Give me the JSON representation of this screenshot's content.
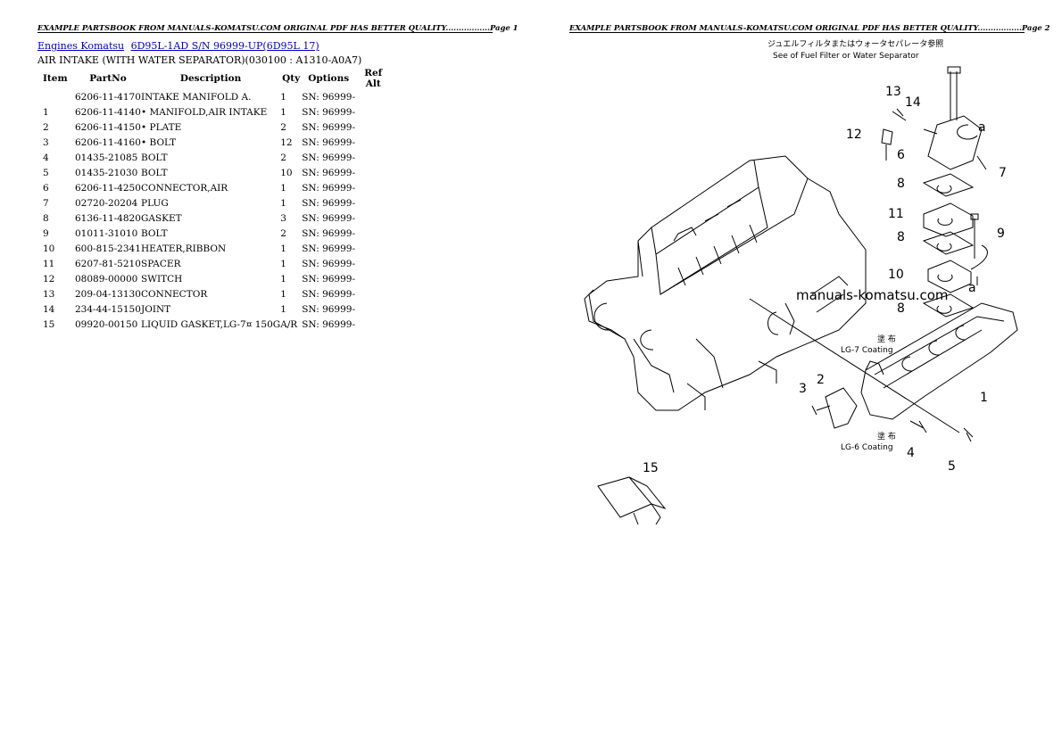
{
  "header": {
    "page1": "EXAMPLE PARTSBOOK FROM MANUALS-KOMATSU.COM ORIGINAL PDF HAS BETTER QUALITY.................Page 1",
    "page2": "EXAMPLE PARTSBOOK FROM MANUALS-KOMATSU.COM ORIGINAL PDF HAS BETTER QUALITY.................Page 2"
  },
  "breadcrumb": {
    "link1": "Engines Komatsu",
    "link2": "6D95L-1AD S/N 96999-UP(6D95L 17)"
  },
  "section_title": "AIR INTAKE (WITH WATER SEPARATOR)(030100 : A1310-A0A7)",
  "table": {
    "headers": [
      "Item",
      "PartNo",
      "Description",
      "Qty",
      "Options",
      "Ref Alt"
    ],
    "rows": [
      {
        "item": "",
        "part": "6206-11-4170",
        "desc": "INTAKE MANIFOLD A.",
        "qty": "1",
        "opt": "SN: 96999-"
      },
      {
        "item": "1",
        "part": "6206-11-4140",
        "desc": "• MANIFOLD,AIR INTAKE",
        "qty": "1",
        "opt": "SN: 96999-"
      },
      {
        "item": "2",
        "part": "6206-11-4150",
        "desc": "• PLATE",
        "qty": "2",
        "opt": "SN: 96999-"
      },
      {
        "item": "3",
        "part": "6206-11-4160",
        "desc": "• BOLT",
        "qty": "12",
        "opt": "SN: 96999-"
      },
      {
        "item": "4",
        "part": "01435-21085",
        "desc": "BOLT",
        "qty": "2",
        "opt": "SN: 96999-"
      },
      {
        "item": "5",
        "part": "01435-21030",
        "desc": "BOLT",
        "qty": "10",
        "opt": "SN: 96999-"
      },
      {
        "item": "6",
        "part": "6206-11-4250",
        "desc": "CONNECTOR,AIR",
        "qty": "1",
        "opt": "SN: 96999-"
      },
      {
        "item": "7",
        "part": "02720-20204",
        "desc": "PLUG",
        "qty": "1",
        "opt": "SN: 96999-"
      },
      {
        "item": "8",
        "part": "6136-11-4820",
        "desc": "GASKET",
        "qty": "3",
        "opt": "SN: 96999-"
      },
      {
        "item": "9",
        "part": "01011-31010",
        "desc": "BOLT",
        "qty": "2",
        "opt": "SN: 96999-"
      },
      {
        "item": "10",
        "part": "600-815-2341",
        "desc": "HEATER,RIBBON",
        "qty": "1",
        "opt": "SN: 96999-"
      },
      {
        "item": "11",
        "part": "6207-81-5210",
        "desc": "SPACER",
        "qty": "1",
        "opt": "SN: 96999-"
      },
      {
        "item": "12",
        "part": "08089-00000",
        "desc": "SWITCH",
        "qty": "1",
        "opt": "SN: 96999-"
      },
      {
        "item": "13",
        "part": "209-04-13130",
        "desc": "CONNECTOR",
        "qty": "1",
        "opt": "SN: 96999-"
      },
      {
        "item": "14",
        "part": "234-44-15150",
        "desc": "JOINT",
        "qty": "1",
        "opt": "SN: 96999-"
      },
      {
        "item": "15",
        "part": "09920-00150",
        "desc": "LIQUID GASKET,LG-7¤ 150G",
        "qty": "A/R",
        "opt": "SN: 96999-"
      }
    ]
  },
  "diagram": {
    "note_jp": "ジュエルフィルタまたはウォータセパレータ参照",
    "note_en": "See of Fuel Filter or Water Separator",
    "watermark": "manuals-komatsu.com",
    "coating_jp_1": "塗 布",
    "coating_1": "LG-7  Coating",
    "coating_jp_2": "塗 布",
    "coating_2": "LG-6  Coating",
    "callouts": {
      "c1": "1",
      "c2": "2",
      "c3": "3",
      "c4": "4",
      "c5": "5",
      "c6": "6",
      "c7": "7",
      "c8a": "8",
      "c8b": "8",
      "c8c": "8",
      "c9": "9",
      "c10": "10",
      "c11": "11",
      "c12": "12",
      "c13": "13",
      "c14": "14",
      "c15": "15",
      "ca1": "a",
      "ca2": "a"
    }
  }
}
